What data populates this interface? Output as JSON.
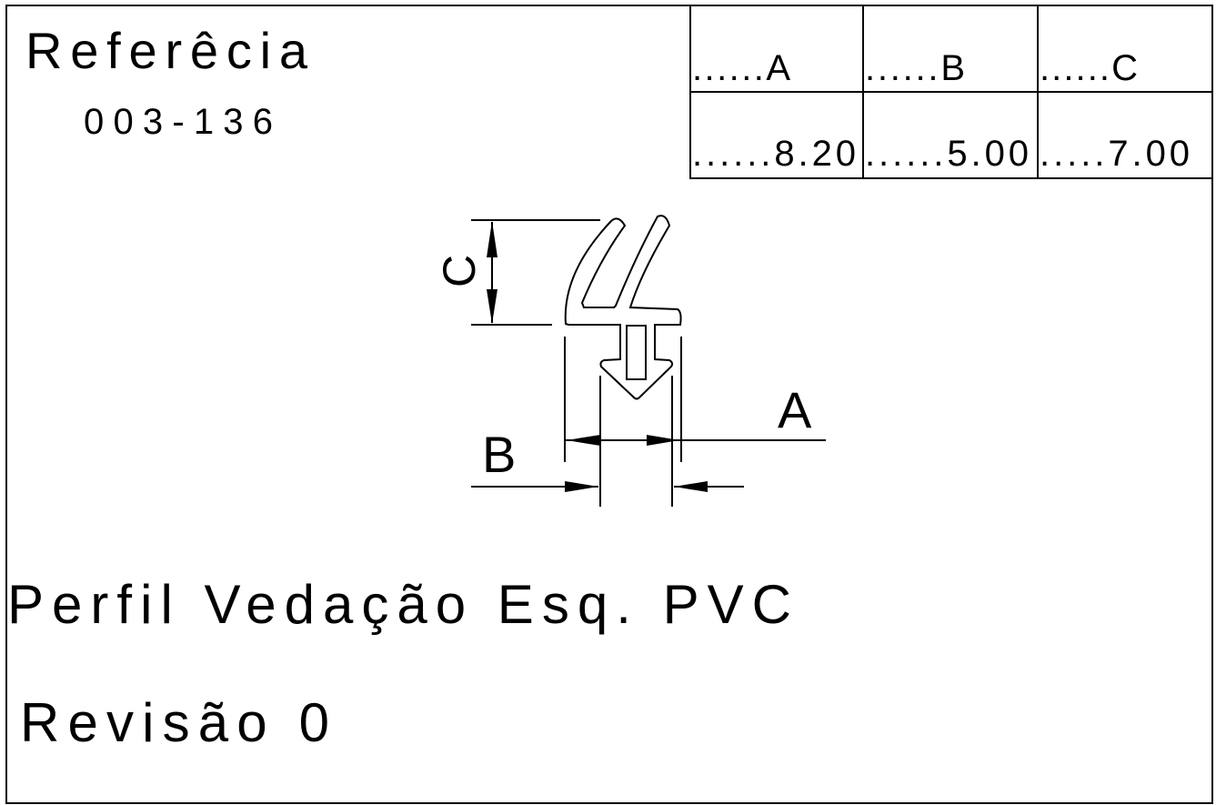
{
  "reference": {
    "label": "Referêcia",
    "code": "003-136"
  },
  "dimension_table": {
    "headers": [
      "......A",
      "......B",
      "......C"
    ],
    "values": [
      "......8.20",
      "......5.00",
      ".....7.00"
    ]
  },
  "drawing": {
    "label_a": "A",
    "label_b": "B",
    "label_c": "C"
  },
  "description": "Perfil Vedação Esq. PVC",
  "revision": "Revisão 0"
}
